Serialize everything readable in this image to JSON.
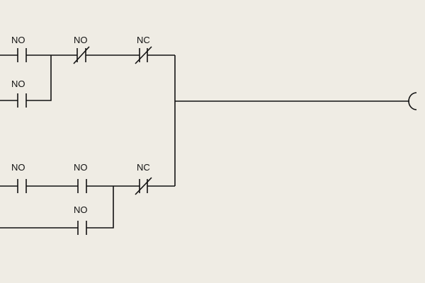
{
  "diagram": {
    "rung1": {
      "branch_top": {
        "contact1": "NO",
        "contact2": "NO",
        "contact3": "NC"
      },
      "branch_bottom": {
        "contact1": "NO"
      }
    },
    "rung2": {
      "branch_top": {
        "contact1": "NO",
        "contact2": "NO",
        "contact3": "NC"
      },
      "branch_bottom": {
        "contact1": "NO"
      }
    },
    "output": {
      "symbol": "coil"
    }
  },
  "colors": {
    "background": "#efece4",
    "ink": "#111111"
  }
}
